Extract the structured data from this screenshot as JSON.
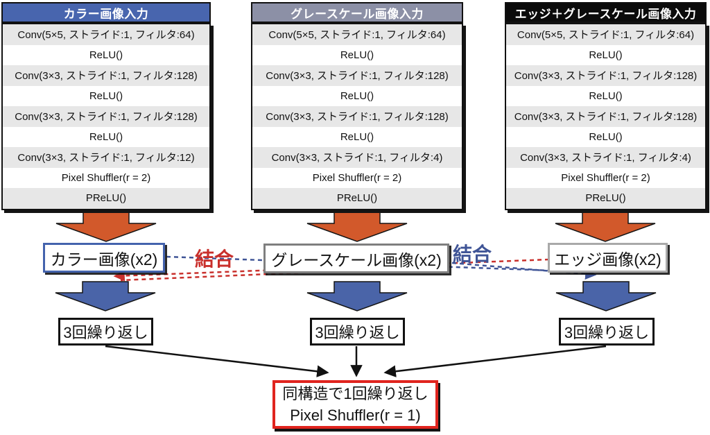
{
  "columns": [
    {
      "header": "カラー画像入力",
      "rows": [
        "Conv(5×5, ストライド:1, フィルタ:64)",
        "ReLU()",
        "Conv(3×3, ストライド:1, フィルタ:128)",
        "ReLU()",
        "Conv(3×3, ストライド:1, フィルタ:128)",
        "ReLU()",
        "Conv(3×3, ストライド:1, フィルタ:12)",
        "Pixel Shuffler(r = 2)",
        "PReLU()"
      ],
      "output": "カラー画像(x2)",
      "repeat": "3回繰り返し"
    },
    {
      "header": "グレースケール画像入力",
      "rows": [
        "Conv(5×5, ストライド:1, フィルタ:64)",
        "ReLU()",
        "Conv(3×3, ストライド:1, フィルタ:128)",
        "ReLU()",
        "Conv(3×3, ストライド:1, フィルタ:128)",
        "ReLU()",
        "Conv(3×3, ストライド:1, フィルタ:4)",
        "Pixel Shuffler(r = 2)",
        "PReLU()"
      ],
      "output": "グレースケール画像(x2)",
      "repeat": "3回繰り返し"
    },
    {
      "header": "エッジ＋グレースケール画像入力",
      "rows": [
        "Conv(5×5, ストライド:1, フィルタ:64)",
        "ReLU()",
        "Conv(3×3, ストライド:1, フィルタ:128)",
        "ReLU()",
        "Conv(3×3, ストライド:1, フィルタ:128)",
        "ReLU()",
        "Conv(3×3, ストライド:1, フィルタ:4)",
        "Pixel Shuffler(r = 2)",
        "PReLU()"
      ],
      "output": "エッジ画像(x2)",
      "repeat": "3回繰り返し"
    }
  ],
  "concat": {
    "red": "結合",
    "blue": "結合"
  },
  "final": {
    "line1": "同構造で1回繰り返し",
    "line2": "Pixel Shuffler(r = 1)"
  },
  "colors": {
    "c-blue-header": "#4865AE",
    "c-gray-header": "#8C90A6",
    "c-black-header": "#0B0B0B",
    "c-row-gray": "#E7E7E7",
    "c-orange": "#D2592B",
    "c-arrow-blue": "#4A64A8",
    "c-red": "#C9302C",
    "c-dash-blue": "#3F5496",
    "c-final-red": "#E0241E",
    "c-label-blue-border": "#4463AD",
    "c-label-gray-border": "#7F7F7F",
    "c-label-silver-border": "#A9A9A9"
  }
}
